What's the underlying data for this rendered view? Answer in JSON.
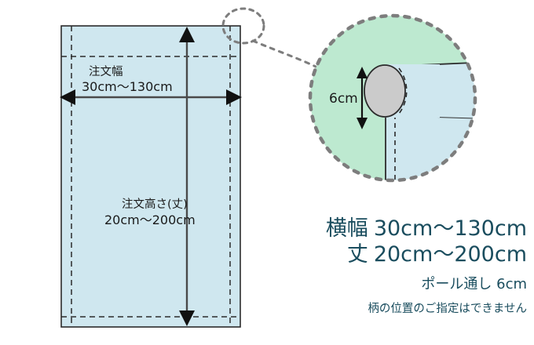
{
  "diagram": {
    "curtain": {
      "width_label_line1": "注文幅",
      "width_label_line2": "30cm～130cm",
      "height_label_line1": "注文高さ(丈)",
      "height_label_line2": "20cm～200cm",
      "fill_color": "#cfe7ef",
      "edge_color": "#2b2b2b",
      "hem_color": "#2b2b2b"
    },
    "detail_circle": {
      "background_color": "#bde9d0",
      "border_color": "#7d7d7d",
      "pole_label": "6cm",
      "pole_cap_color": "#cccccc",
      "fabric_color": "#cfe7ef"
    },
    "callout": {
      "marker_color": "#7d7d7d",
      "leader_color": "#7d7d7d"
    }
  },
  "specs": {
    "line1_label": "横幅",
    "line1_value": "30cm～130cm",
    "line2_label": "丈",
    "line2_value": "20cm～200cm",
    "line3": "ポール通し 6cm",
    "line4": "柄の位置のご指定はできません",
    "text_color": "#1a4d5e"
  }
}
